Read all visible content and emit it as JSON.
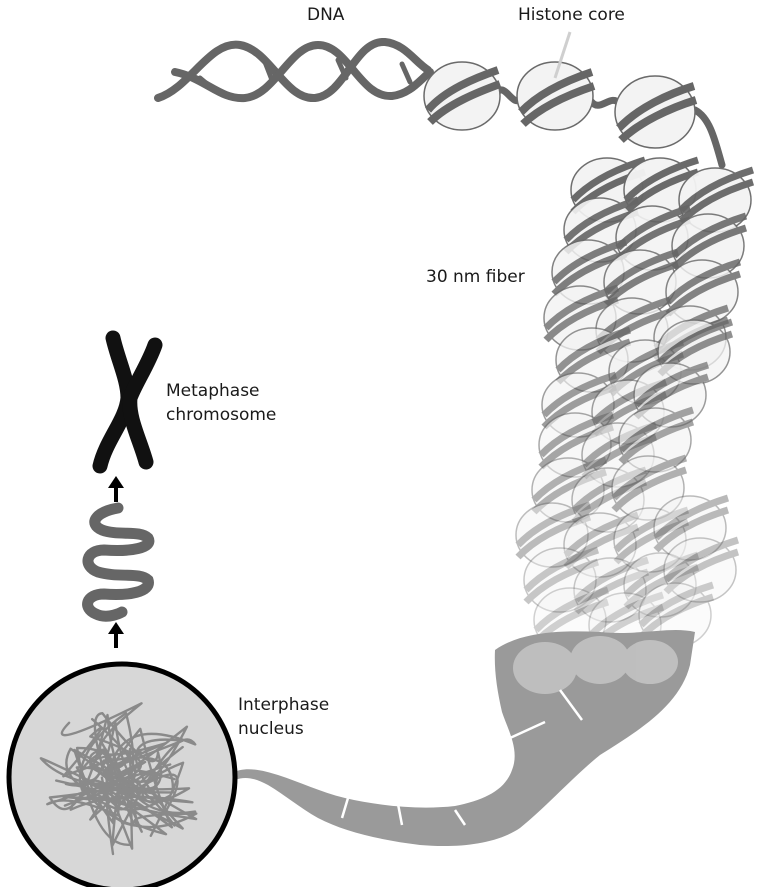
{
  "labels": {
    "dna": "DNA",
    "histone_core": "Histone core",
    "fiber": "30 nm fiber",
    "metaphase_line1": "Metaphase",
    "metaphase_line2": "chromosome",
    "interphase_line1": "Interphase",
    "interphase_line2": "nucleus"
  },
  "colors": {
    "strand": "#666666",
    "bead_fill": "#f3f3f3",
    "bead_stroke": "#6a6a6a",
    "fiber_dark": "#999999",
    "chromosome": "#111111",
    "nucleus_fill": "#d7d7d7",
    "nucleus_stroke": "#000000",
    "nucleus_tangle": "#8a8a8a"
  }
}
